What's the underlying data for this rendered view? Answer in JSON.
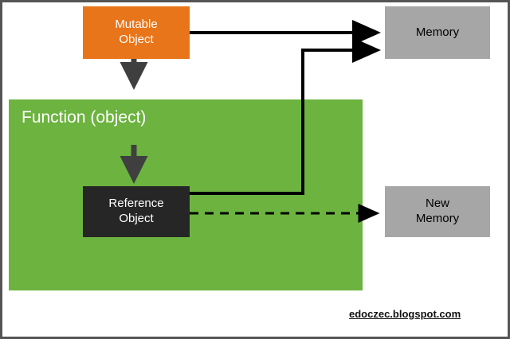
{
  "diagram": {
    "title_watermark": "edoczec.blogspot.com",
    "nodes": {
      "mutable_object": {
        "label": "Mutable\nObject",
        "line1": "Mutable",
        "line2": "Object",
        "color": "#e8751a",
        "text_color": "#ffffff"
      },
      "function_object": {
        "label": "Function (object)",
        "color": "#6cb33f",
        "text_color": "#ffffff"
      },
      "reference_object": {
        "line1": "Reference",
        "line2": "Object",
        "color": "#262626",
        "text_color": "#ffffff"
      },
      "memory": {
        "label": "Memory",
        "color": "#a6a6a6",
        "text_color": "#000000"
      },
      "new_memory": {
        "line1": "New",
        "line2": "Memory",
        "color": "#a6a6a6",
        "text_color": "#000000"
      }
    },
    "edges": [
      {
        "name": "mutable-to-memory",
        "from": "mutable_object",
        "to": "memory",
        "style": "solid",
        "color": "#000000"
      },
      {
        "name": "mutable-to-function",
        "from": "mutable_object",
        "to": "function_object",
        "style": "solid",
        "color": "#3f3f3f"
      },
      {
        "name": "function-to-reference",
        "from": "function_object",
        "to": "reference_object",
        "style": "solid",
        "color": "#3f3f3f"
      },
      {
        "name": "reference-to-memory",
        "from": "reference_object",
        "to": "memory",
        "style": "solid",
        "color": "#000000"
      },
      {
        "name": "reference-to-new-memory",
        "from": "reference_object",
        "to": "new_memory",
        "style": "dashed",
        "color": "#000000"
      }
    ],
    "frame_color": "#555555",
    "background": "#ffffff"
  }
}
